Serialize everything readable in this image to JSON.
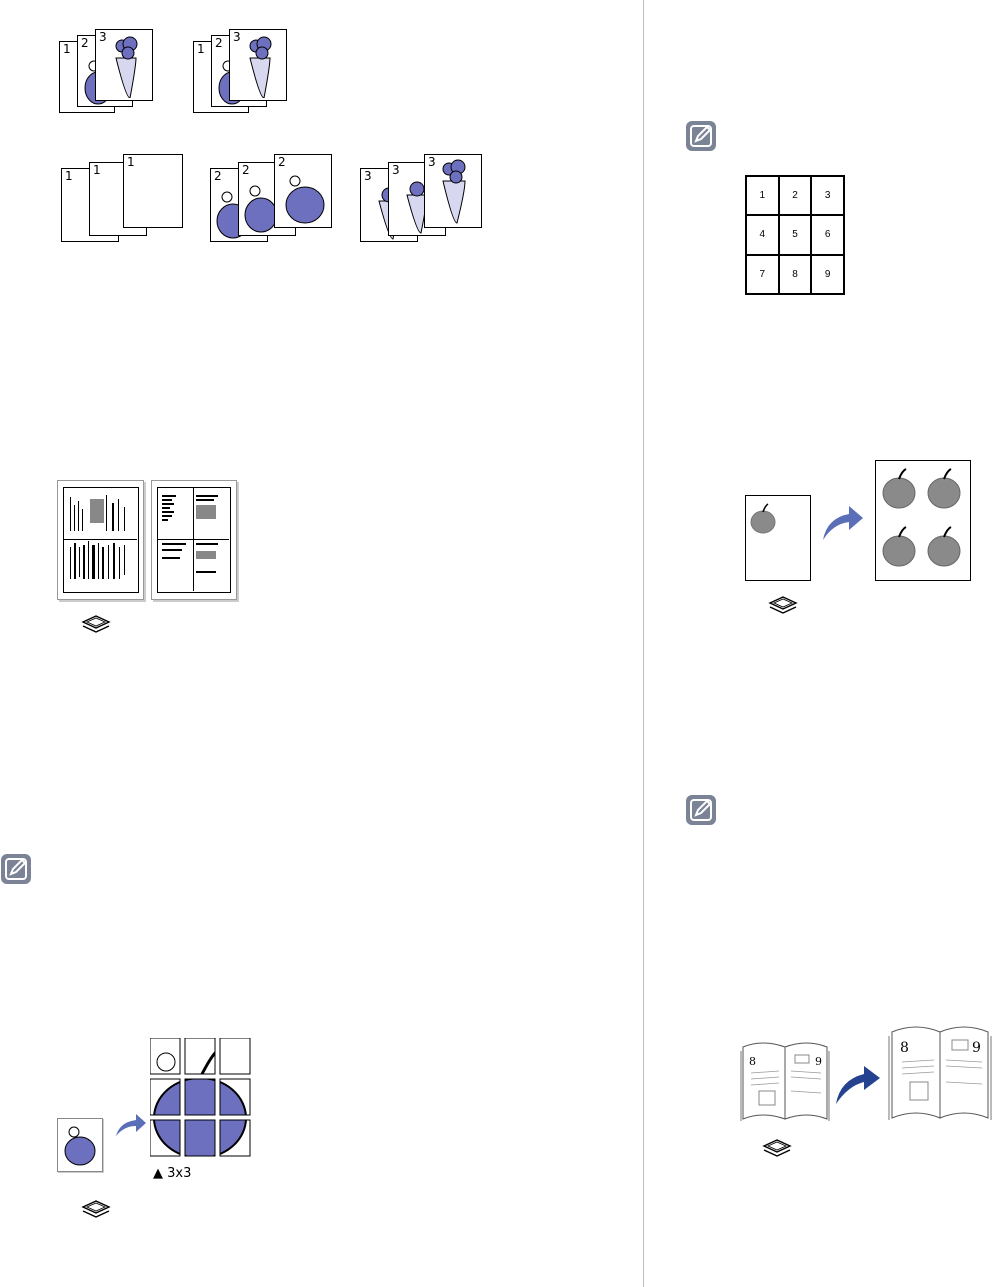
{
  "collate_example": {
    "top_sets": [
      {
        "pages": [
          "1",
          "2",
          "3"
        ]
      },
      {
        "pages": [
          "1",
          "2",
          "3"
        ]
      }
    ],
    "bottom_sets": [
      {
        "pages": [
          "1",
          "1",
          "1"
        ]
      },
      {
        "pages": [
          "2",
          "2",
          "2"
        ]
      },
      {
        "pages": [
          "3",
          "3",
          "3"
        ]
      }
    ]
  },
  "grid_example": {
    "cells": [
      "1",
      "2",
      "3",
      "4",
      "5",
      "6",
      "7",
      "8",
      "9"
    ]
  },
  "poster_example": {
    "caption": "▲ 3x3"
  },
  "icons": {
    "note": "note-pencil-icon",
    "copy": "copy-stack-icon",
    "arrow": "curved-arrow-icon"
  },
  "colors": {
    "illustration_blue": "#6d6fbf",
    "apple_gray": "#8a8a8a",
    "arrow_blue": "#5b6fb8",
    "note_gray": "#7b8397"
  }
}
